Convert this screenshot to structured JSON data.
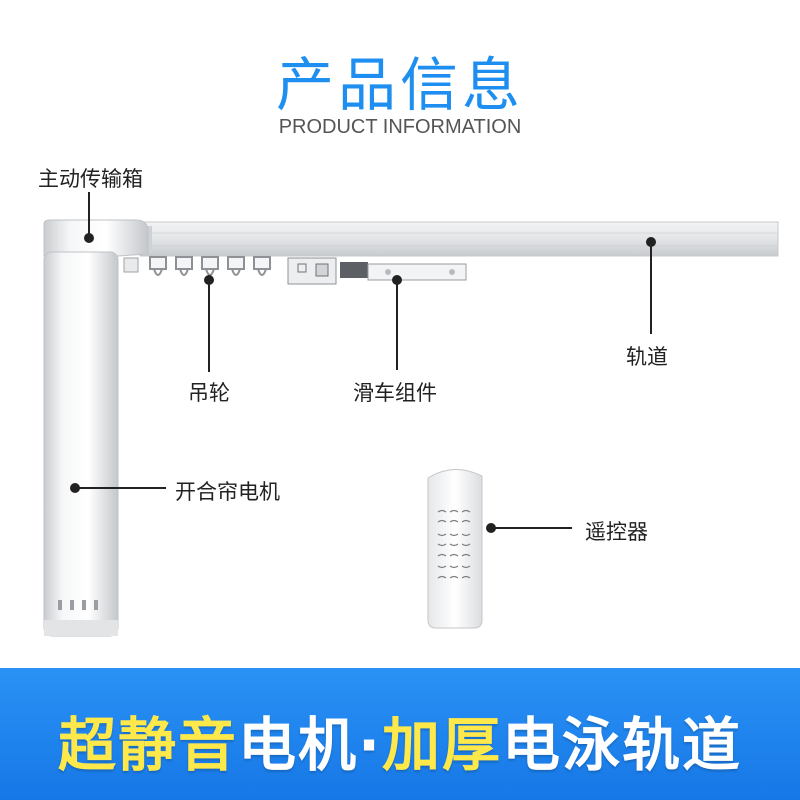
{
  "header": {
    "title": "产品信息",
    "subtitle": "PRODUCT INFORMATION"
  },
  "labels": {
    "gearbox": "主动传输箱",
    "track": "轨道",
    "pulley": "吊轮",
    "carriage": "滑车组件",
    "motor": "开合帘电机",
    "remote": "遥控器"
  },
  "banner": {
    "part1": "超静音",
    "part2": "电机·",
    "part3": "加厚",
    "part4": "电泳轨道"
  },
  "colors": {
    "title": "#1e8ff0",
    "banner_bg": "#1677e6",
    "banner_highlight": "#ffe84a"
  }
}
